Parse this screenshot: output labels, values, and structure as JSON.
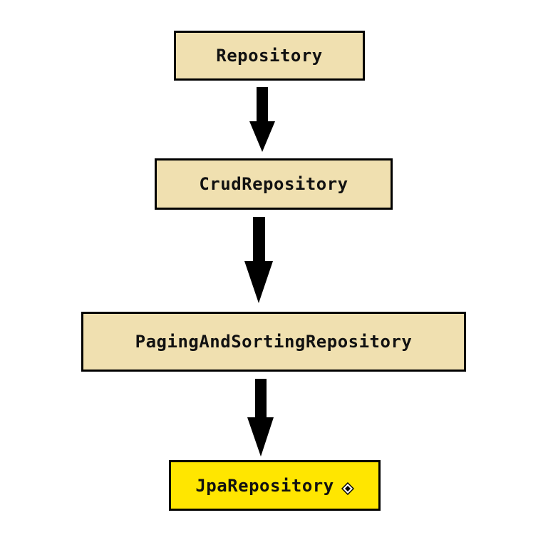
{
  "diagram": {
    "nodes": [
      {
        "id": "repository",
        "label": "Repository",
        "fill": "#f0e0b0"
      },
      {
        "id": "crud",
        "label": "CrudRepository",
        "fill": "#f0e0b0"
      },
      {
        "id": "paging",
        "label": "PagingAndSortingRepository",
        "fill": "#f0e0b0"
      },
      {
        "id": "jpa",
        "label": "JpaRepository",
        "fill": "#ffe600"
      }
    ],
    "edges": [
      {
        "from": "repository",
        "to": "crud"
      },
      {
        "from": "crud",
        "to": "paging"
      },
      {
        "from": "paging",
        "to": "jpa"
      }
    ],
    "arrow_color": "#000000",
    "border_color": "#000000",
    "cursor_icon": "pointer-hand-icon"
  }
}
